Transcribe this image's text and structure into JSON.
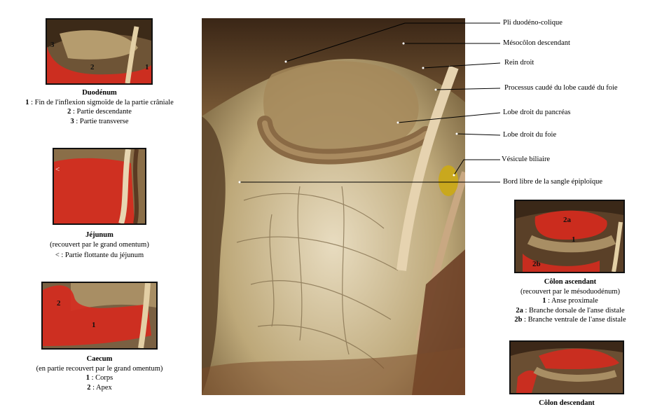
{
  "main_photo": {
    "callouts": [
      "Pli duodéno-colique",
      "Mésocôlon descendant",
      "Rein droit",
      "Processus caudé du lobe caudé du foie",
      "Lobe droit du pancréas",
      "Lobe droit du foie",
      "Vésicule biliaire",
      "Bord libre de la sangle épiploïque"
    ]
  },
  "panels": {
    "duodenum": {
      "title": "Duodénum",
      "markers": [
        "3",
        "2",
        "1"
      ],
      "items": [
        {
          "key": "1",
          "text": " : Fin de l'inflexion sigmoïde de la partie crâniale"
        },
        {
          "key": "2",
          "text": " : Partie descendante"
        },
        {
          "key": "3",
          "text": " : Partie transverse"
        }
      ]
    },
    "jejunum": {
      "title": "Jéjunum",
      "subtitle": "(recouvert par le grand omentum)",
      "marker": "<",
      "items": [
        {
          "key": "<",
          "text": " : Partie flottante du jéjunum"
        }
      ]
    },
    "caecum": {
      "title": "Caecum",
      "subtitle": "(en partie recouvert par le grand omentum)",
      "markers": [
        "2",
        "1"
      ],
      "items": [
        {
          "key": "1",
          "text": " : Corps"
        },
        {
          "key": "2",
          "text": " : Apex"
        }
      ]
    },
    "colon_ascendant": {
      "title": "Côlon ascendant",
      "subtitle": "(recouvert par le mésoduodénum)",
      "markers": [
        "2a",
        "1",
        "2b"
      ],
      "items": [
        {
          "key": "1",
          "text": " : Anse proximale"
        },
        {
          "key": "2a",
          "text": " : Branche dorsale de l'anse distale"
        },
        {
          "key": "2b",
          "text": " : Branche ventrale de l'anse distale"
        }
      ]
    },
    "colon_descendant": {
      "title": "Côlon descendant"
    }
  },
  "colors": {
    "highlight": "#d42b1e",
    "tissue": "#b8a478",
    "dark": "#4a3420"
  }
}
